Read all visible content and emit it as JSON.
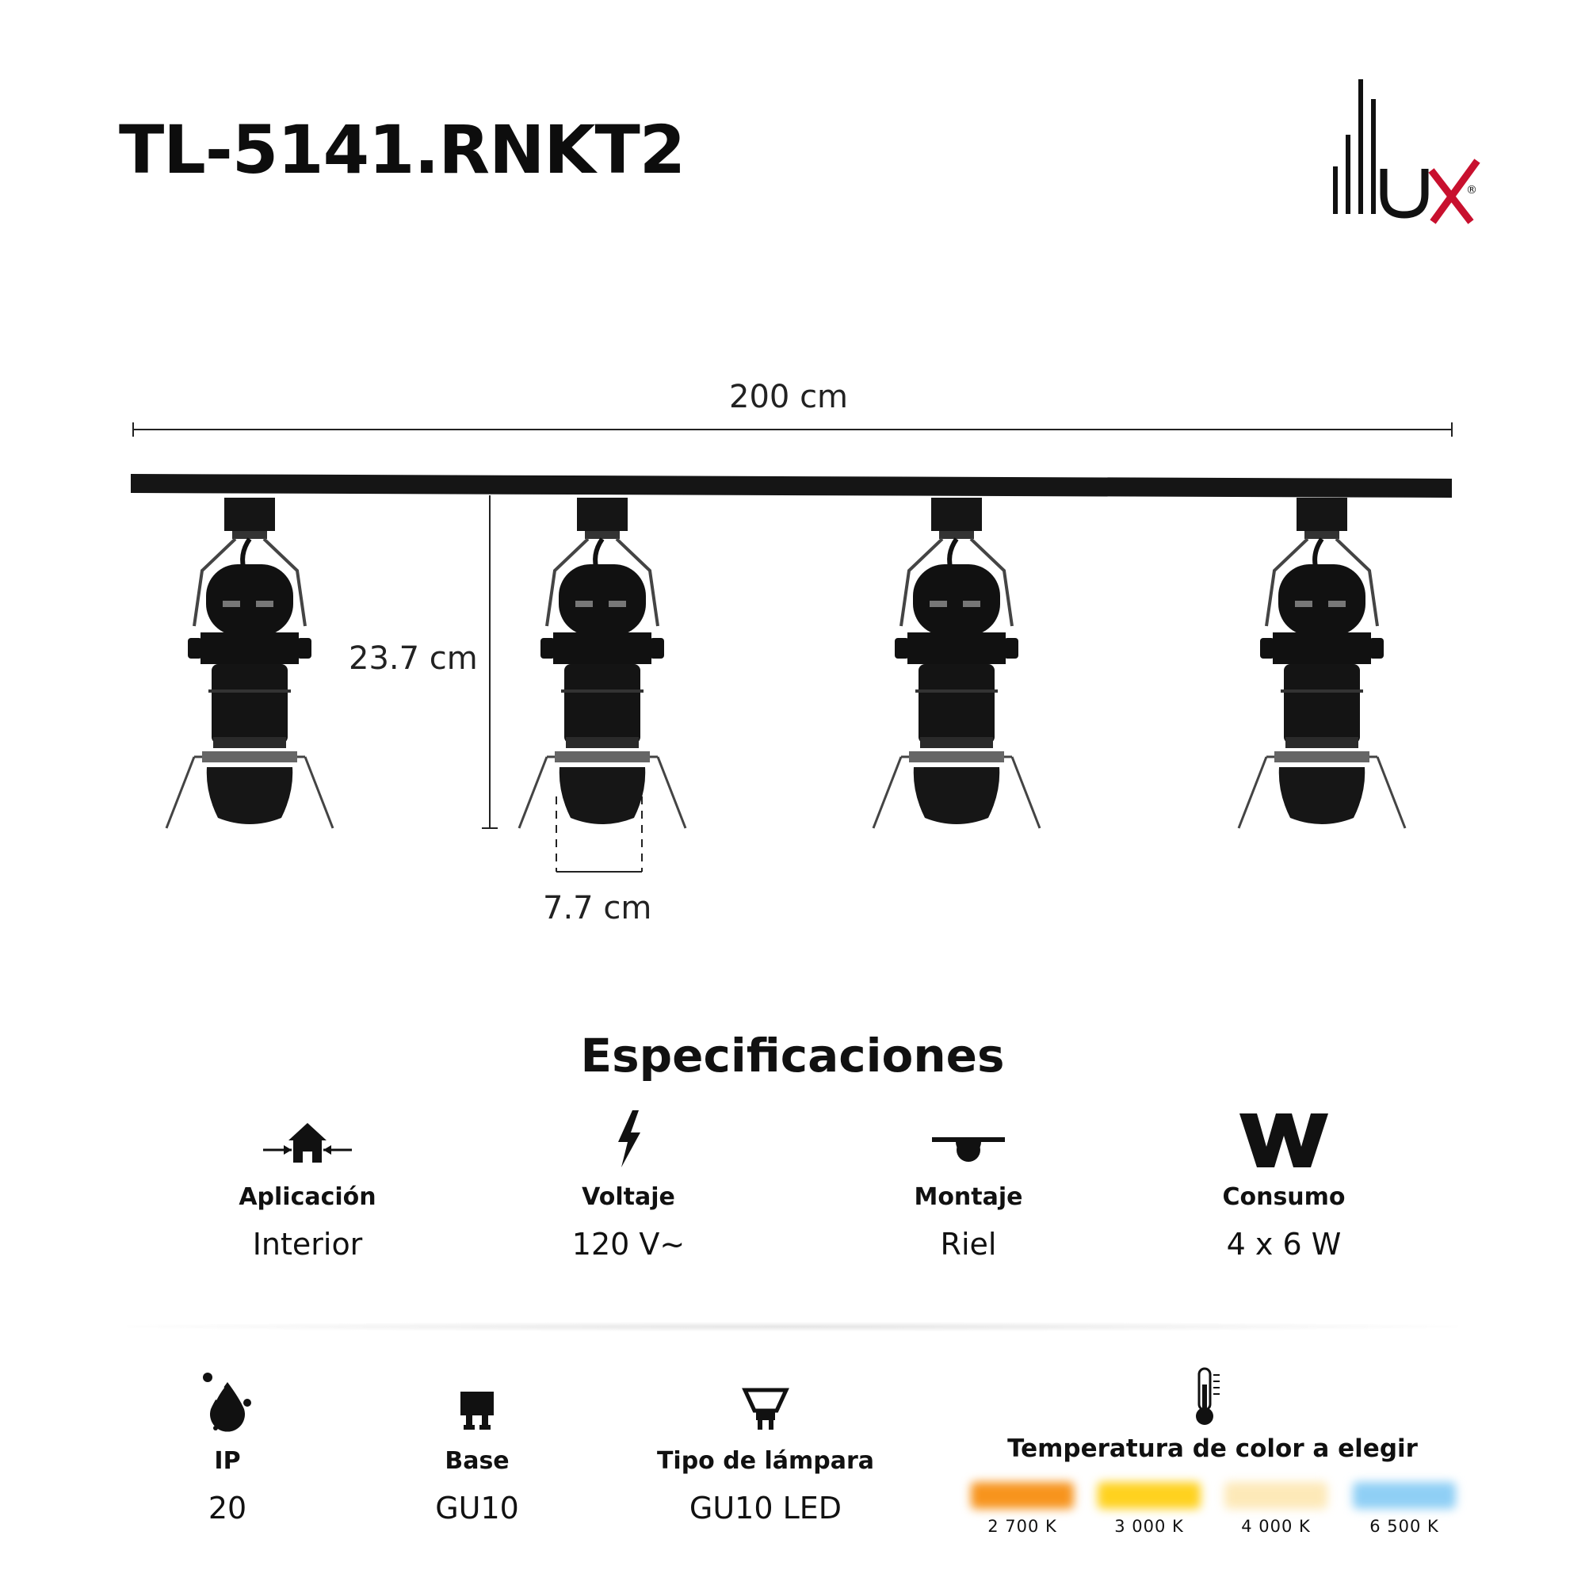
{
  "header": {
    "model": "TL-5141.RNKT2",
    "brand": "illux",
    "brand_mark": "®"
  },
  "drawing": {
    "width_label": "200 cm",
    "height_label": "23.7 cm",
    "head_width_label": "7.7 cm",
    "fixture_count": 4
  },
  "specs": {
    "title": "Especificaciones",
    "row1": [
      {
        "icon": "house-icon",
        "label": "Aplicación",
        "value": "Interior"
      },
      {
        "icon": "lightning-icon",
        "label": "Voltaje",
        "value": "120 V~"
      },
      {
        "icon": "rail-mount-icon",
        "label": "Montaje",
        "value": "Riel"
      },
      {
        "icon": "watt-icon",
        "label": "Consumo",
        "value": "4 x 6 W"
      }
    ],
    "row2": [
      {
        "icon": "ip-drop-icon",
        "label": "IP",
        "value": "20"
      },
      {
        "icon": "base-pins-icon",
        "label": "Base",
        "value": "GU10"
      },
      {
        "icon": "lamp-icon",
        "label": "Tipo de lámpara",
        "value": "GU10 LED"
      }
    ],
    "color_temp": {
      "icon": "thermometer-icon",
      "title": "Temperatura de color a elegir",
      "options": [
        {
          "label": "2 700 K",
          "color": "#f7941d"
        },
        {
          "label": "3 000 K",
          "color": "#ffd21f"
        },
        {
          "label": "4 000 K",
          "color": "#fde9b8"
        },
        {
          "label": "6 500 K",
          "color": "#8fcff5"
        }
      ]
    }
  },
  "colors": {
    "brand_red": "#c8102e",
    "ink": "#111111"
  }
}
